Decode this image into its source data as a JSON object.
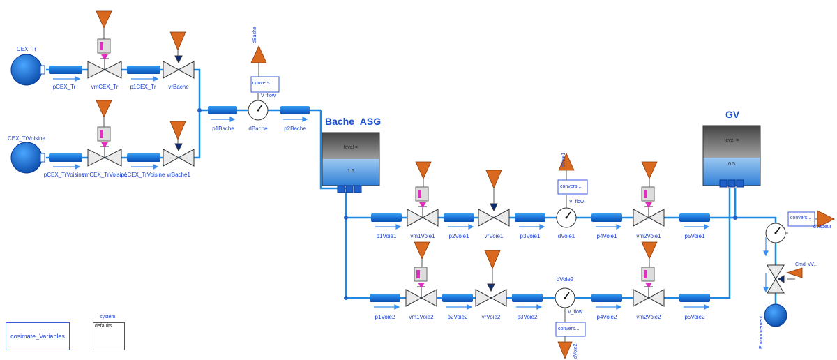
{
  "diagram": {
    "sources": {
      "cex_tr": "CEX_Tr",
      "cex_trvoisine": "CEX_TrVoisine",
      "environnement": "Environnement"
    },
    "tanks": {
      "bache": {
        "name": "Bache_ASG",
        "level_label": "level =",
        "level_value": "1.5"
      },
      "gv": {
        "name": "GV",
        "level_label": "level =",
        "level_value": "0.5"
      }
    },
    "pipes": {
      "pcex_tr": "pCEX_Tr",
      "p1cex_tr": "p1CEX_Tr",
      "pcex_trvoisine": "pCEX_TrVoisine",
      "p1cex_trvoisine": "p1CEX_TrVoisine",
      "p1bache": "p1Bache",
      "p2bache": "p2Bache",
      "p1voie1": "p1Voie1",
      "p2voie1": "p2Voie1",
      "p3voie1": "p3Voie1",
      "p4voie1": "p4Voie1",
      "p5voie1": "p5Voie1",
      "p1voie2": "p1Voie2",
      "p2voie2": "p2Voie2",
      "p3voie2": "p3Voie2",
      "p4voie2": "p4Voie2",
      "p5voie2": "p5Voie2"
    },
    "valves": {
      "vmcex_tr": "vmCEX_Tr",
      "vrbache": "vrBache",
      "vmcex_trvoisine": "vmCEX_TrVoisine",
      "vrbache1": "vrBache1",
      "vm1voie1": "vm1Voie1",
      "vrvoie1": "vrVoie1",
      "vm2voie1": "vm2Voie1",
      "vm1voie2": "vm1Voie2",
      "vrvoie2": "vrVoie2",
      "vm2voie2": "vm2Voie2"
    },
    "sensors": {
      "dbache": "dBache",
      "dvoie1": "dVoie1",
      "dvoie2": "dVoie2",
      "v_flow": "V_flow"
    },
    "converters": "convers...",
    "signals": {
      "dbache_out": "dBache",
      "dvoie1_out": "dVoie1",
      "dvoie2_out": "dVoie2",
      "dvapeur": "dVapeur",
      "cmd_vv": "Cmd_vV..."
    },
    "footer": {
      "cosimate": "cosimate_Variables",
      "system": "system",
      "defaults": "defaults"
    }
  },
  "colors": {
    "pipe_dark": "#1060c8",
    "pipe_light": "#3aa0f0",
    "line": "#1e88e5",
    "triangle": "#d9691e",
    "arrow": "#3a8ef0",
    "label": "#1a3fd0"
  }
}
